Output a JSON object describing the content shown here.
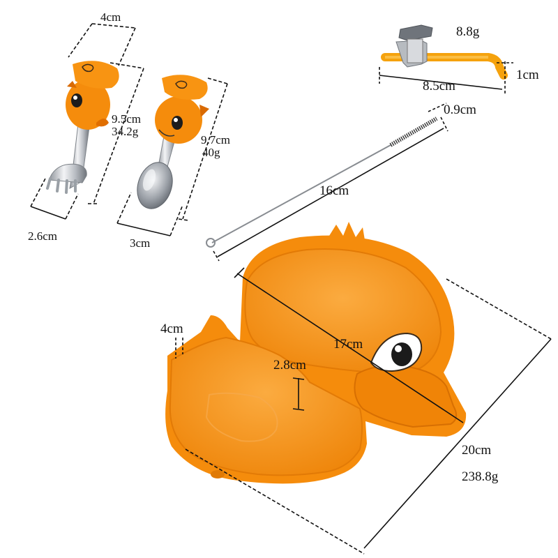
{
  "colors": {
    "silicone_orange": "#f58c0c",
    "silicone_dark": "#e07a05",
    "silicone_light": "#fbac3a",
    "steel": "#c9ccd0",
    "dimension_line": "#111111"
  },
  "fork": {
    "width": "4cm",
    "length": "9.5cm",
    "weight": "34.2g",
    "tine_width": "2.6cm"
  },
  "spoon": {
    "length": "9.7cm",
    "weight": "40g",
    "bowl_width": "3cm"
  },
  "straw": {
    "weight": "8.8g",
    "length": "8.5cm",
    "diameter": "1cm"
  },
  "brush": {
    "length": "16cm",
    "diameter": "0.9cm"
  },
  "plate": {
    "height": "4cm",
    "compartment_depth": "2.8cm",
    "diameter": "17cm",
    "length": "20cm",
    "weight": "238.8g"
  }
}
